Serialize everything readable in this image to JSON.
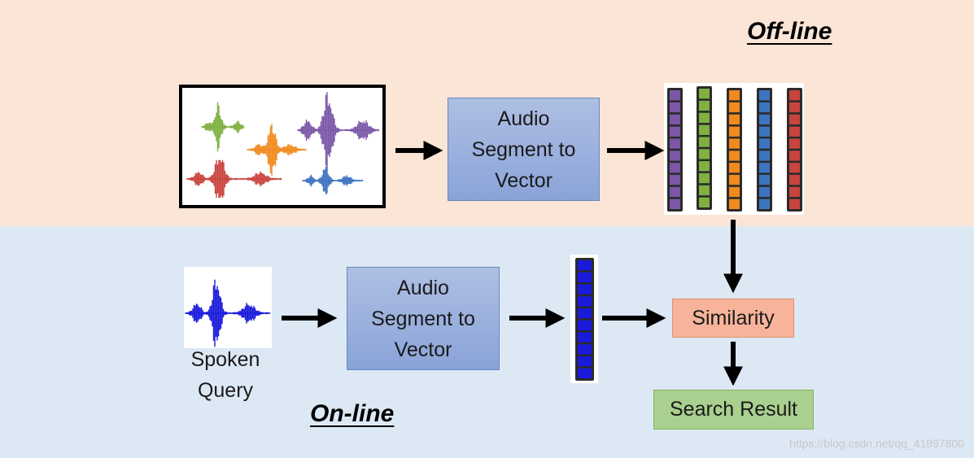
{
  "offline": {
    "title": "Off-line"
  },
  "online": {
    "title": "On-line"
  },
  "process_label": "Audio Segment to Vector",
  "similarity_label": "Similarity",
  "result_label": "Search Result",
  "query_label": "Spoken Query",
  "watermark": "https://blog.csdn.net/qq_41897800",
  "colors": {
    "offline_bg": "#fbe5d6",
    "online_bg": "#dde8f5",
    "process_box": "#8faadc",
    "similarity_box": "#f4b183",
    "result_box": "#a9d18e",
    "vector_purple": "#7b57a6",
    "vector_green": "#7fb040",
    "vector_orange": "#f08a1e",
    "vector_blue": "#3d74c0",
    "vector_red": "#c9443d",
    "query_vector": "#1a1adc"
  }
}
